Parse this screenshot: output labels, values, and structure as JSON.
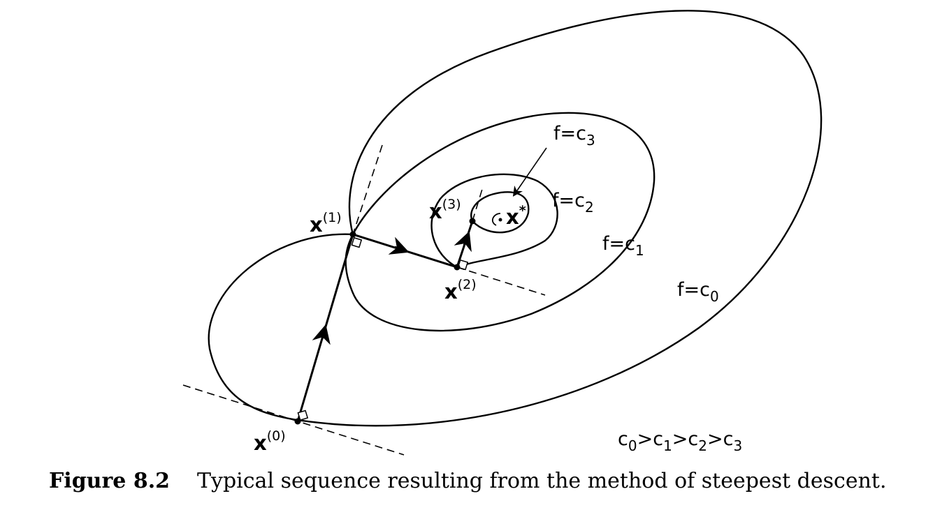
{
  "points": {
    "x0": {
      "base": "x",
      "sup": "(0)"
    },
    "x1": {
      "base": "x",
      "sup": "(1)"
    },
    "x2": {
      "base": "x",
      "sup": "(2)"
    },
    "x3": {
      "base": "x",
      "sup": "(3)"
    },
    "xstar": {
      "base": "x",
      "sup": "*"
    }
  },
  "contours": [
    {
      "lhs": "f=c",
      "sub": "0"
    },
    {
      "lhs": "f=c",
      "sub": "1"
    },
    {
      "lhs": "f=c",
      "sub": "2"
    },
    {
      "lhs": "f=c",
      "sub": "3"
    }
  ],
  "ordering": {
    "parts": [
      {
        "text": "c",
        "sub": "0"
      },
      {
        "text": ">c",
        "sub": "1"
      },
      {
        "text": ">c",
        "sub": "2"
      },
      {
        "text": ">c",
        "sub": "3"
      }
    ]
  },
  "caption": {
    "number": "Figure 8.2",
    "text": "Typical sequence resulting from the method of steepest descent."
  },
  "colors": {
    "ink": "#000000",
    "background": "#ffffff"
  }
}
